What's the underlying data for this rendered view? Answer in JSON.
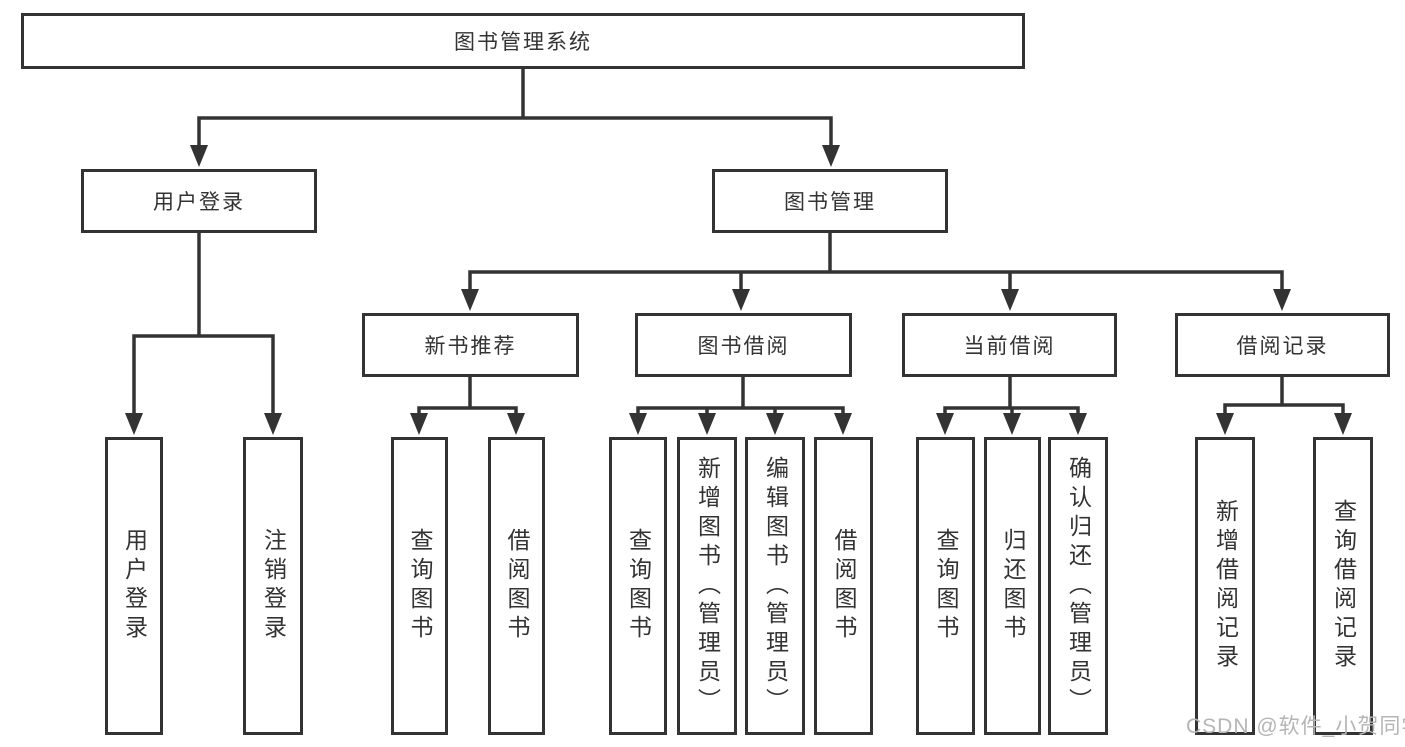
{
  "diagram": {
    "root_label": "图书管理系统",
    "user_branch": {
      "label": "用户登录",
      "children": [
        "用户登录",
        "注销登录"
      ]
    },
    "mgmt_branch": {
      "label": "图书管理",
      "modules": [
        {
          "label": "新书推荐",
          "children": [
            "查询图书",
            "借阅图书"
          ]
        },
        {
          "label": "图书借阅",
          "children": [
            "查询图书",
            "新增图书（管理员）",
            "编辑图书（管理员）",
            "借阅图书"
          ]
        },
        {
          "label": "当前借阅",
          "children": [
            "查询图书",
            "归还图书",
            "确认归还（管理员）"
          ]
        },
        {
          "label": "借阅记录",
          "children": [
            "新增借阅记录",
            "查询借阅记录"
          ]
        }
      ]
    }
  },
  "watermark": "CSDN @软件_小贺同学",
  "colors": {
    "line": "#333333",
    "text": "#333333",
    "box_background": "#ffffff",
    "page_background": "#ffffff",
    "watermark": "#b5b5b5"
  }
}
